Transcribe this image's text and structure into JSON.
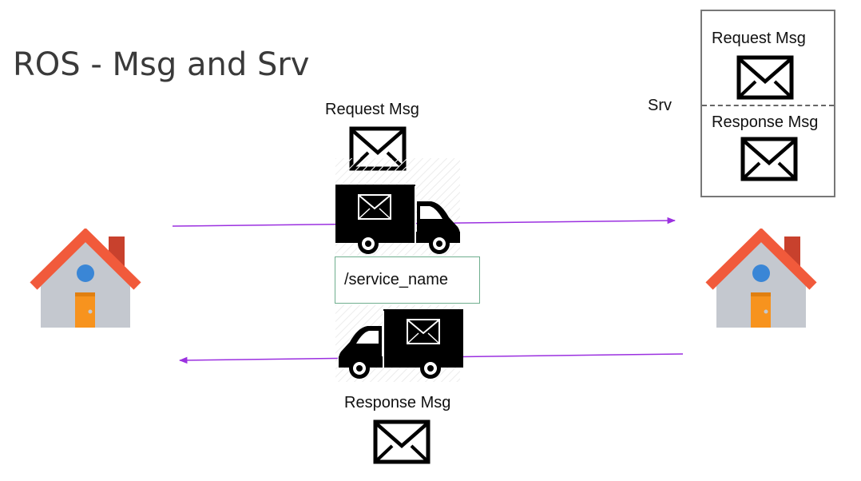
{
  "slide": {
    "title": "ROS - Msg and Srv"
  },
  "srv": {
    "side_label": "Srv",
    "request_label": "Request Msg",
    "response_label": "Response Msg"
  },
  "request": {
    "label": "Request Msg"
  },
  "response": {
    "label": "Response Msg"
  },
  "service": {
    "name": "/service_name"
  },
  "colors": {
    "arrow": "#9b30e0",
    "roof": "#f15a3b",
    "chimney": "#c8412d",
    "wall": "#c4c8cf",
    "door": "#f7931e",
    "window": "#3a86d6",
    "truck": "#000000"
  },
  "icons": {
    "envelope": "envelope-icon",
    "truck": "truck-icon",
    "house": "house-icon"
  }
}
